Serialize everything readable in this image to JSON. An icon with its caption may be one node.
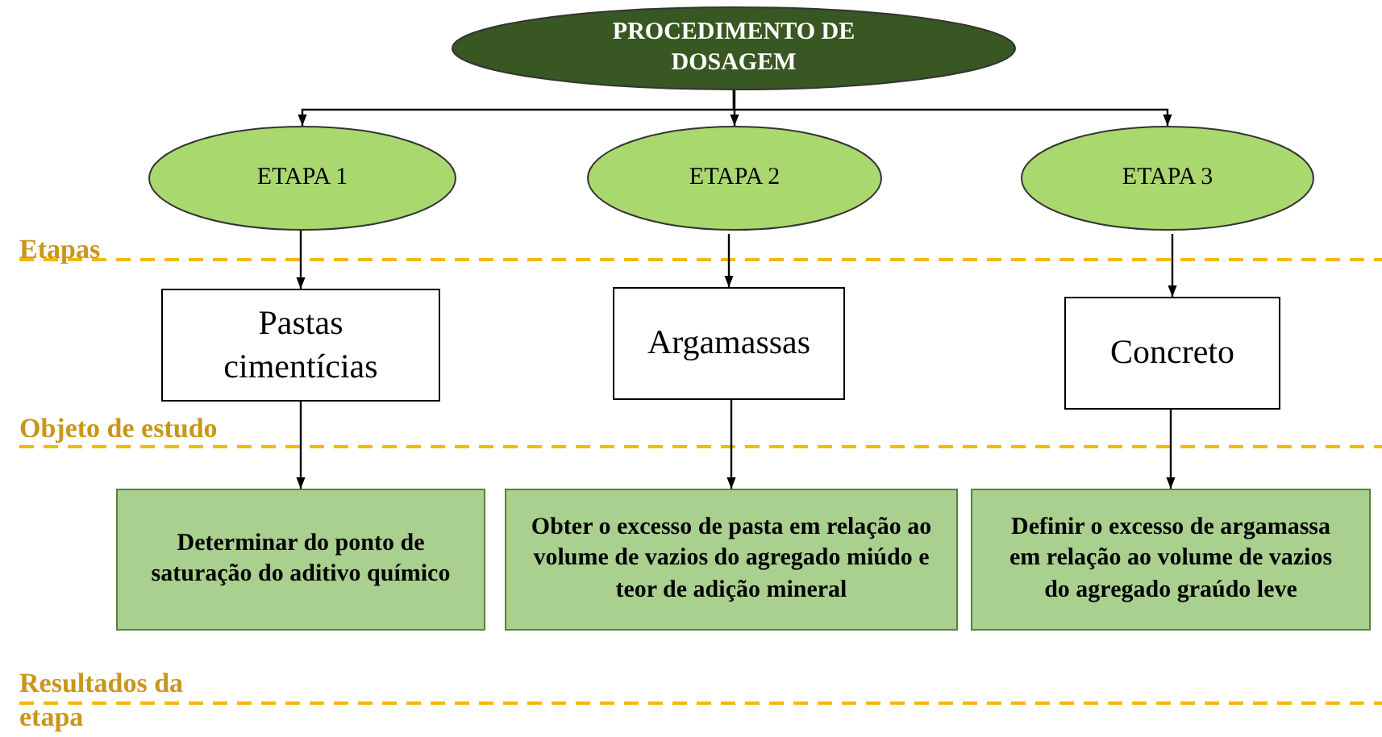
{
  "diagram": {
    "nodes": [
      {
        "text": [
          "PROCEDIMENTO DE DOSAGEM"
        ]
      },
      {
        "text": [
          "ETAPA 1"
        ]
      },
      {
        "text": [
          "ETAPA 2"
        ]
      },
      {
        "text": [
          "ETAPA 3"
        ]
      },
      {
        "text": [
          "Pastas cimentícias"
        ]
      },
      {
        "text": [
          "Argamassas"
        ]
      },
      {
        "text": [
          "Concreto"
        ]
      },
      {
        "text": [
          "Determinar do ponto de saturação do aditivo químico"
        ]
      },
      {
        "text": [
          "Obter o excesso de pasta em relação ao volume de vazios do agregado miúdo e teor de adição mineral"
        ]
      },
      {
        "text": [
          "Definir o excesso de argamassa em relação ao volume de vazios do agregado graúdo leve"
        ]
      }
    ],
    "edges": [
      {
        "from": 0,
        "to": 1,
        "arrow": "to"
      },
      {
        "from": 0,
        "to": 2,
        "arrow": "to"
      },
      {
        "from": 0,
        "to": 3,
        "arrow": "to"
      },
      {
        "from": 1,
        "to": 4,
        "arrow": "to"
      },
      {
        "from": 2,
        "to": 5,
        "arrow": "to"
      },
      {
        "from": 3,
        "to": 6,
        "arrow": "to"
      },
      {
        "from": 4,
        "to": 7,
        "arrow": "to"
      },
      {
        "from": 5,
        "to": 8,
        "arrow": "to"
      },
      {
        "from": 6,
        "to": 9,
        "arrow": "to"
      }
    ],
    "labels": [
      "Etapas",
      "Objeto de estudo",
      "Resultados da etapa"
    ]
  }
}
